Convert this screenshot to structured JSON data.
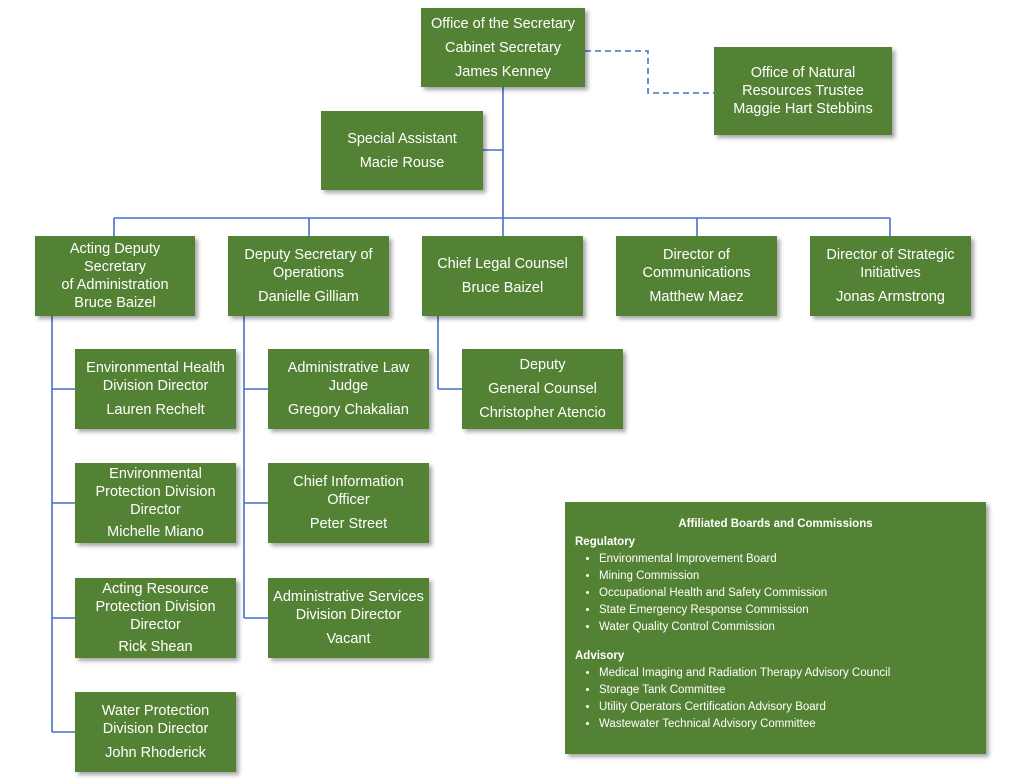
{
  "secretary": {
    "office": "Office of the Secretary",
    "title": "Cabinet Secretary",
    "name": "James Kenney"
  },
  "trustee": {
    "line1": "Office of Natural",
    "line2": "Resources Trustee",
    "name": "Maggie Hart Stebbins"
  },
  "special_assistant": {
    "title": "Special Assistant",
    "name": "Macie Rouse"
  },
  "deputy_admin": {
    "line1": "Acting Deputy Secretary",
    "line2": "of Administration",
    "name": "Bruce Baizel"
  },
  "deputy_ops": {
    "line1": "Deputy Secretary of",
    "line2": "Operations",
    "name": "Danielle Gilliam"
  },
  "legal": {
    "title": "Chief Legal Counsel",
    "name": "Bruce Baizel"
  },
  "communications": {
    "line1": "Director of",
    "line2": "Communications",
    "name": "Matthew Maez"
  },
  "strategic": {
    "line1": "Director of Strategic",
    "line2": "Initiatives",
    "name": "Jonas Armstrong"
  },
  "env_health": {
    "line1": "Environmental Health",
    "line2": "Division Director",
    "name": "Lauren Rechelt"
  },
  "env_protection": {
    "line1": "Environmental",
    "line2": "Protection Division",
    "line3": "Director",
    "name": "Michelle Miano"
  },
  "resource_protection": {
    "line1": "Acting Resource",
    "line2": "Protection Division",
    "line3": "Director",
    "name": "Rick Shean"
  },
  "water_protection": {
    "line1": "Water Protection",
    "line2": "Division Director",
    "name": "John Rhoderick"
  },
  "admin_law": {
    "line1": "Administrative Law",
    "line2": "Judge",
    "name": "Gregory Chakalian"
  },
  "cio": {
    "line1": "Chief Information",
    "line2": "Officer",
    "name": "Peter Street"
  },
  "admin_services": {
    "line1": "Administrative Services",
    "line2": "Division Director",
    "name": "Vacant"
  },
  "deputy_counsel": {
    "line1": "Deputy",
    "line2": "General Counsel",
    "name": "Christopher Atencio"
  },
  "boards": {
    "title": "Affiliated Boards and Commissions",
    "regulatory_label": "Regulatory",
    "regulatory": [
      "Environmental Improvement Board",
      "Mining Commission",
      "Occupational Health and Safety Commission",
      "State Emergency Response Commission",
      "Water Quality Control Commission"
    ],
    "advisory_label": "Advisory",
    "advisory": [
      "Medical Imaging and Radiation Therapy Advisory Council",
      "Storage Tank Committee",
      "Utility Operators Certification Advisory Board",
      "Wastewater Technical Advisory Committee"
    ]
  },
  "colors": {
    "box": "#548235",
    "line": "#4472c4",
    "text": "#ffffff"
  }
}
